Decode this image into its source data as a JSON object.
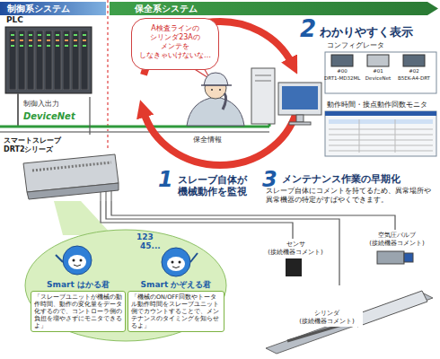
{
  "diagram": {
    "nodes": [
      {
        "text": [
          "PLC"
        ]
      },
      {
        "text": [
          "A検査ラインの シリンダ23Aの メンテを しなきゃいけないな…"
        ]
      },
      {
        "text": [
          "コンフィグレータ"
        ]
      },
      {
        "text": [
          "動作時間・接点動作回数モニタ"
        ]
      },
      {
        "text": [
          "スマートスレーブ DRT2シリーズ"
        ]
      },
      {
        "text": [
          "Smart はかる君",
          "「スレーブユニットが機械の動作時間、動作の変化量をデータ化するので、コントローラ側の負担を増やさずにモニタできるよ」"
        ]
      },
      {
        "text": [
          "Smart かぞえる君",
          "「機械のON/OFF回数やトータル動作時間をスレーブユニット側でカウントすることで、メンテナンスのタイミングを知らせるよ」"
        ]
      },
      {
        "text": [
          "空気圧バルブ (接続機器コメント)"
        ]
      },
      {
        "text": [
          "センサ (接続機器コメント)"
        ]
      },
      {
        "text": [
          "シリンダ (接続機器コメント)"
        ]
      }
    ],
    "edges": [
      {
        "from": 0,
        "to": 4,
        "arrow": "none"
      },
      {
        "from": 4,
        "to": 7,
        "arrow": "none"
      },
      {
        "from": 4,
        "to": 8,
        "arrow": "none"
      },
      {
        "from": 4,
        "to": 9,
        "arrow": "none"
      }
    ],
    "labels": [
      "制御系システム",
      "保全系システム",
      "制御入出力",
      "DeviceNet",
      "2",
      "わかりやすく表示",
      "#00",
      "DRT1-MD32ML",
      "#01",
      "DeviceNet",
      "#02",
      "B5EK-A4-DRT",
      "保全情報",
      "1",
      "スレーブ自体が 機械動作を監視",
      "3",
      "メンテナンス作業の早期化",
      "スレーブ自体にコメントを持てるため、異常場所や異常機器の特定がすばやくできます。",
      "123",
      "45..."
    ]
  }
}
